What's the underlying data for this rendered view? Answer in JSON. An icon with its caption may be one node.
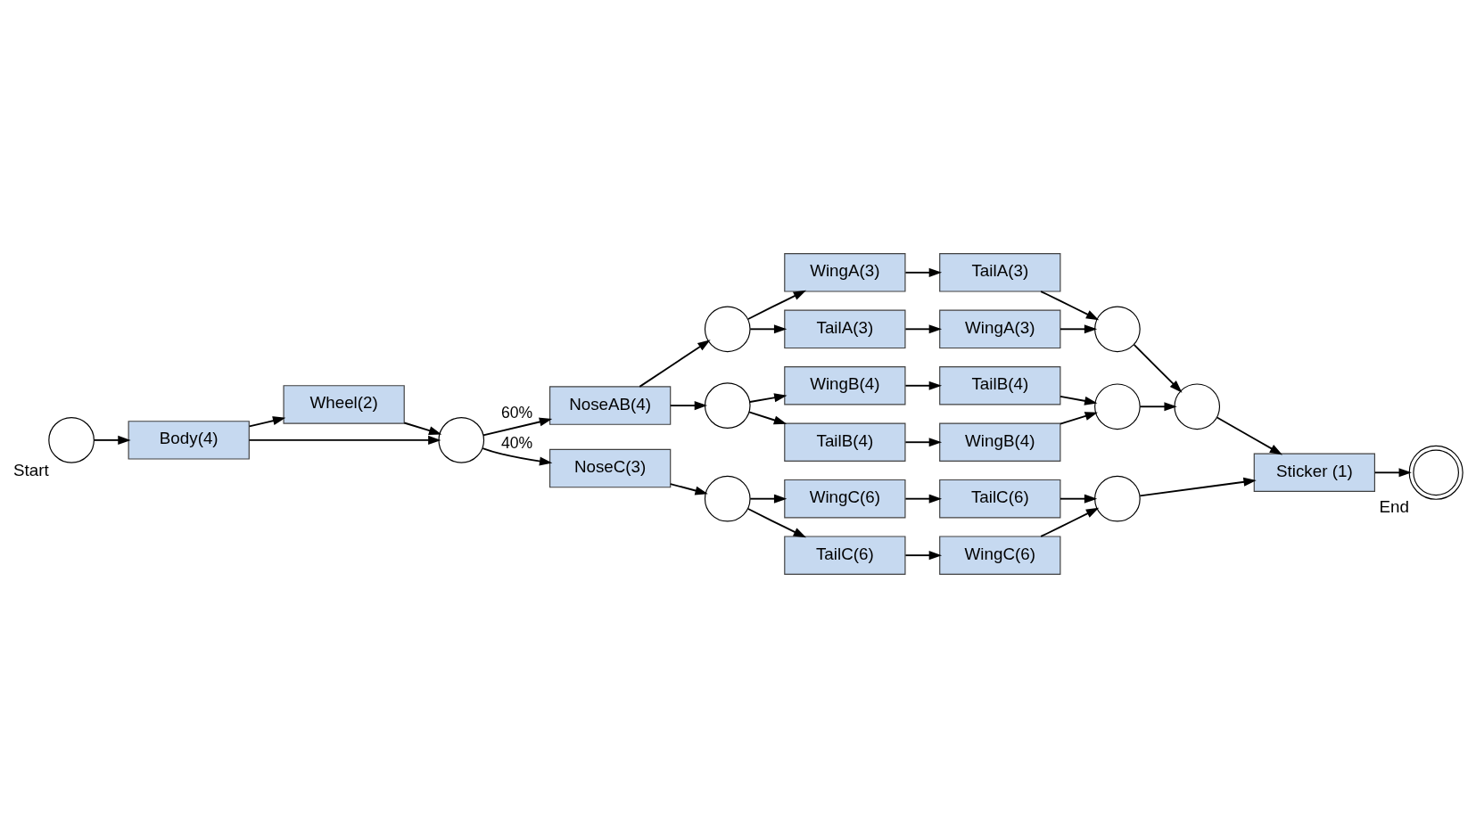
{
  "diagram": {
    "nodes": [
      {
        "text": [],
        "shape": "circle",
        "beside": [
          "Start"
        ]
      },
      {
        "text": [
          "Wheel(2)"
        ]
      },
      {
        "text": [
          "Body(4)"
        ]
      },
      {
        "text": [],
        "shape": "circle"
      },
      {
        "text": [
          "NoseAB(4)"
        ]
      },
      {
        "text": [
          "NoseC(3)"
        ]
      },
      {
        "text": [],
        "shape": "circle"
      },
      {
        "text": [],
        "shape": "circle"
      },
      {
        "text": [],
        "shape": "circle"
      },
      {
        "text": [
          "WingA(3)"
        ]
      },
      {
        "text": [
          "TailA(3)"
        ]
      },
      {
        "text": [
          "TailA(3)"
        ]
      },
      {
        "text": [
          "WingA(3)"
        ]
      },
      {
        "text": [
          "WingB(4)"
        ]
      },
      {
        "text": [
          "TailB(4)"
        ]
      },
      {
        "text": [
          "TailB(4)"
        ]
      },
      {
        "text": [
          "WingB(4)"
        ]
      },
      {
        "text": [
          "WingC(6)"
        ]
      },
      {
        "text": [
          "TailC(6)"
        ]
      },
      {
        "text": [
          "TailC(6)"
        ]
      },
      {
        "text": [
          "WingC(6)"
        ]
      },
      {
        "text": [],
        "shape": "circle"
      },
      {
        "text": [],
        "shape": "circle"
      },
      {
        "text": [],
        "shape": "circle"
      },
      {
        "text": [],
        "shape": "circle"
      },
      {
        "text": [
          "Sticker (1)"
        ]
      },
      {
        "text": [],
        "shape": "doublecircle",
        "beside": [
          "End"
        ]
      }
    ],
    "edges": [
      {
        "from": 0,
        "to": 2,
        "arrow": "to"
      },
      {
        "from": 2,
        "to": 1,
        "arrow": "to"
      },
      {
        "from": 1,
        "to": 3,
        "arrow": "to"
      },
      {
        "from": 2,
        "to": 3,
        "arrow": "to"
      },
      {
        "from": 3,
        "to": 4,
        "arrow": "to",
        "label": "60%"
      },
      {
        "from": 3,
        "to": 5,
        "arrow": "to",
        "label": "40%"
      },
      {
        "from": 4,
        "to": 6,
        "arrow": "to"
      },
      {
        "from": 4,
        "to": 7,
        "arrow": "to"
      },
      {
        "from": 5,
        "to": 8,
        "arrow": "to"
      },
      {
        "from": 6,
        "to": 9,
        "arrow": "to"
      },
      {
        "from": 6,
        "to": 11,
        "arrow": "to"
      },
      {
        "from": 9,
        "to": 10,
        "arrow": "to"
      },
      {
        "from": 11,
        "to": 12,
        "arrow": "to"
      },
      {
        "from": 10,
        "to": 21,
        "arrow": "to"
      },
      {
        "from": 12,
        "to": 21,
        "arrow": "to"
      },
      {
        "from": 7,
        "to": 13,
        "arrow": "to"
      },
      {
        "from": 7,
        "to": 15,
        "arrow": "to"
      },
      {
        "from": 13,
        "to": 14,
        "arrow": "to"
      },
      {
        "from": 15,
        "to": 16,
        "arrow": "to"
      },
      {
        "from": 14,
        "to": 22,
        "arrow": "to"
      },
      {
        "from": 16,
        "to": 22,
        "arrow": "to"
      },
      {
        "from": 8,
        "to": 17,
        "arrow": "to"
      },
      {
        "from": 8,
        "to": 19,
        "arrow": "to"
      },
      {
        "from": 17,
        "to": 18,
        "arrow": "to"
      },
      {
        "from": 19,
        "to": 20,
        "arrow": "to"
      },
      {
        "from": 18,
        "to": 23,
        "arrow": "to"
      },
      {
        "from": 20,
        "to": 23,
        "arrow": "to"
      },
      {
        "from": 21,
        "to": 24,
        "arrow": "to"
      },
      {
        "from": 22,
        "to": 24,
        "arrow": "to"
      },
      {
        "from": 24,
        "to": 25,
        "arrow": "to"
      },
      {
        "from": 23,
        "to": 25,
        "arrow": "to"
      },
      {
        "from": 25,
        "to": 26,
        "arrow": "to"
      }
    ]
  }
}
